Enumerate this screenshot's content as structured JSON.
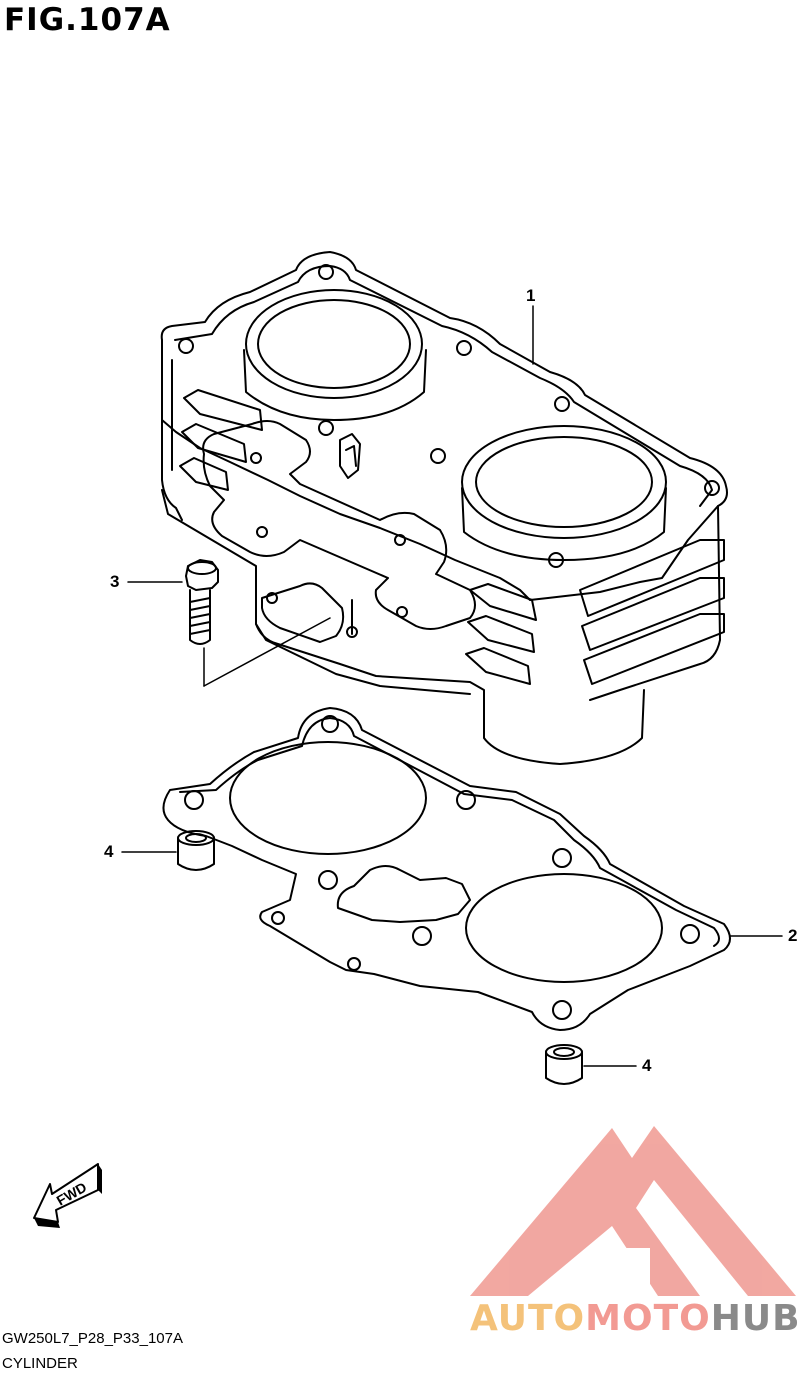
{
  "figure": {
    "title": "FIG.107A"
  },
  "callouts": {
    "cylinder": "1",
    "gasket": "2",
    "bolt": "3",
    "dowel_left": "4",
    "dowel_right": "4"
  },
  "arrow": {
    "label": "FWD"
  },
  "footer": {
    "code": "GW250L7_P28_P33_107A",
    "name": "CYLINDER"
  },
  "watermark": {
    "part1": "AUTO",
    "part2": "MOTO",
    "part3": "HUB",
    "colors": {
      "auto": "#f4c27a",
      "moto": "#f29a93",
      "hub": "#8a8a8a",
      "triangle": "#f1a39c"
    }
  }
}
